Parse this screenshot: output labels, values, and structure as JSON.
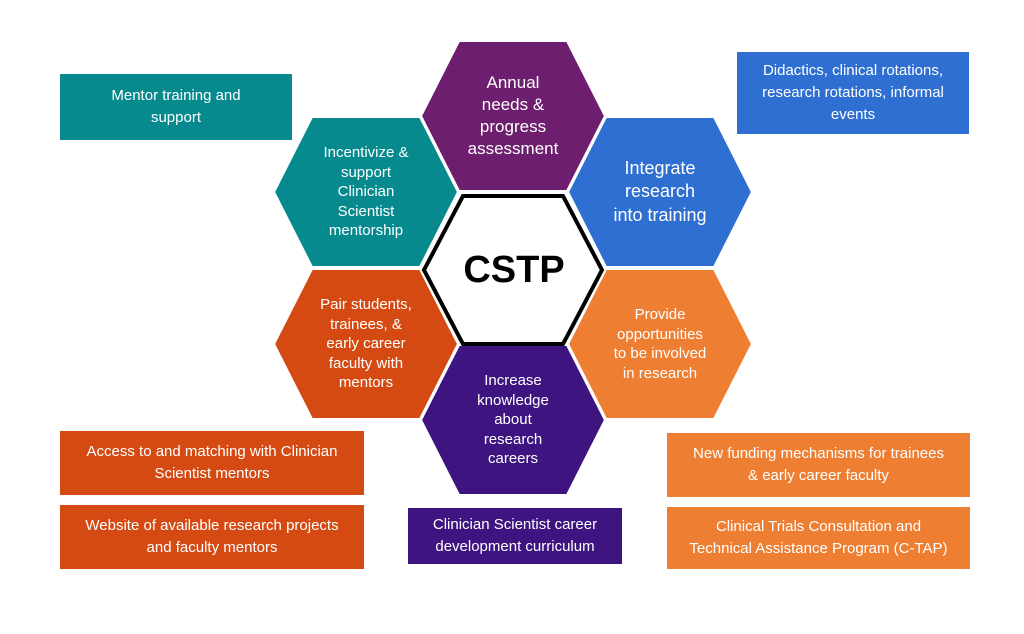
{
  "center": {
    "label": "CSTP"
  },
  "hexagons": {
    "top": {
      "label": "Annual\nneeds &\nprogress\nassessment",
      "color": "#6E1E6E"
    },
    "upper_right": {
      "label": "Integrate\nresearch\ninto training",
      "color": "#2E6FD1"
    },
    "lower_right": {
      "label": "Provide\nopportunities\nto be involved\nin research",
      "color": "#EE7E32"
    },
    "bottom": {
      "label": "Increase\nknowledge\nabout\nresearch\ncareers",
      "color": "#3E1480"
    },
    "lower_left": {
      "label": "Pair students,\ntrainees, &\nearly career\nfaculty with\nmentors",
      "color": "#D54A13"
    },
    "upper_left": {
      "label": "Incentivize &\nsupport\nClinician\nScientist\nmentorship",
      "color": "#078A8E"
    }
  },
  "boxes": {
    "mentor_training": {
      "label": "Mentor training and\nsupport",
      "color": "#078A8E"
    },
    "didactics": {
      "label": "Didactics, clinical rotations,\nresearch rotations, informal\nevents",
      "color": "#2E6FD1"
    },
    "access_matching": {
      "label": "Access to and matching with Clinician\nScientist mentors",
      "color": "#D54A13"
    },
    "website_projects": {
      "label": "Website of available research projects\nand faculty mentors",
      "color": "#D54A13"
    },
    "career_curriculum": {
      "label": "Clinician Scientist career\ndevelopment curriculum",
      "color": "#3E1480"
    },
    "funding_mechanisms": {
      "label": "New funding mechanisms for trainees\n& early career faculty",
      "color": "#EE7E32"
    },
    "ctap": {
      "label": "Clinical Trials Consultation and\nTechnical Assistance Program (C-TAP)",
      "color": "#EE7E32"
    }
  }
}
